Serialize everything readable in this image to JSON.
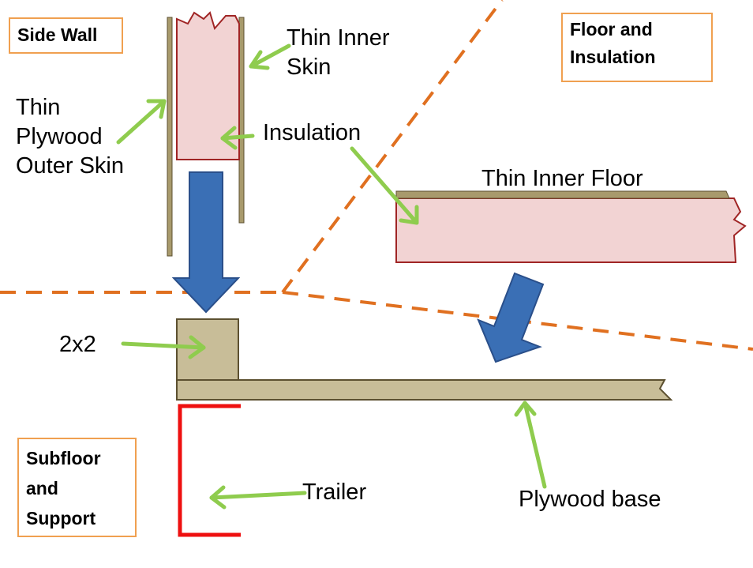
{
  "section_labels": {
    "side_wall": "Side Wall",
    "floor_insulation": [
      "Floor and",
      "Insulation"
    ],
    "subfloor_support": [
      "Subfloor",
      "and",
      "Support"
    ]
  },
  "labels": {
    "thin_inner_skin": [
      "Thin Inner",
      "Skin"
    ],
    "outer_skin": [
      "Thin",
      "Plywood",
      "Outer Skin"
    ],
    "insulation": "Insulation",
    "thin_inner_floor": "Thin Inner Floor",
    "two_by_two": "2x2",
    "trailer": "Trailer",
    "plywood_base": "Plywood base"
  },
  "colors": {
    "section_border": "#f0a050",
    "dashed_line": "#e07020",
    "plywood_fill": "#c8bd98",
    "plywood_stroke": "#5c5030",
    "insulation_fill": "#f2d3d3",
    "insulation_stroke": "#a02525",
    "arrow_blue": "#3a6fb5",
    "arrow_green": "#8fcc4e",
    "trailer_red": "#ee1010"
  }
}
